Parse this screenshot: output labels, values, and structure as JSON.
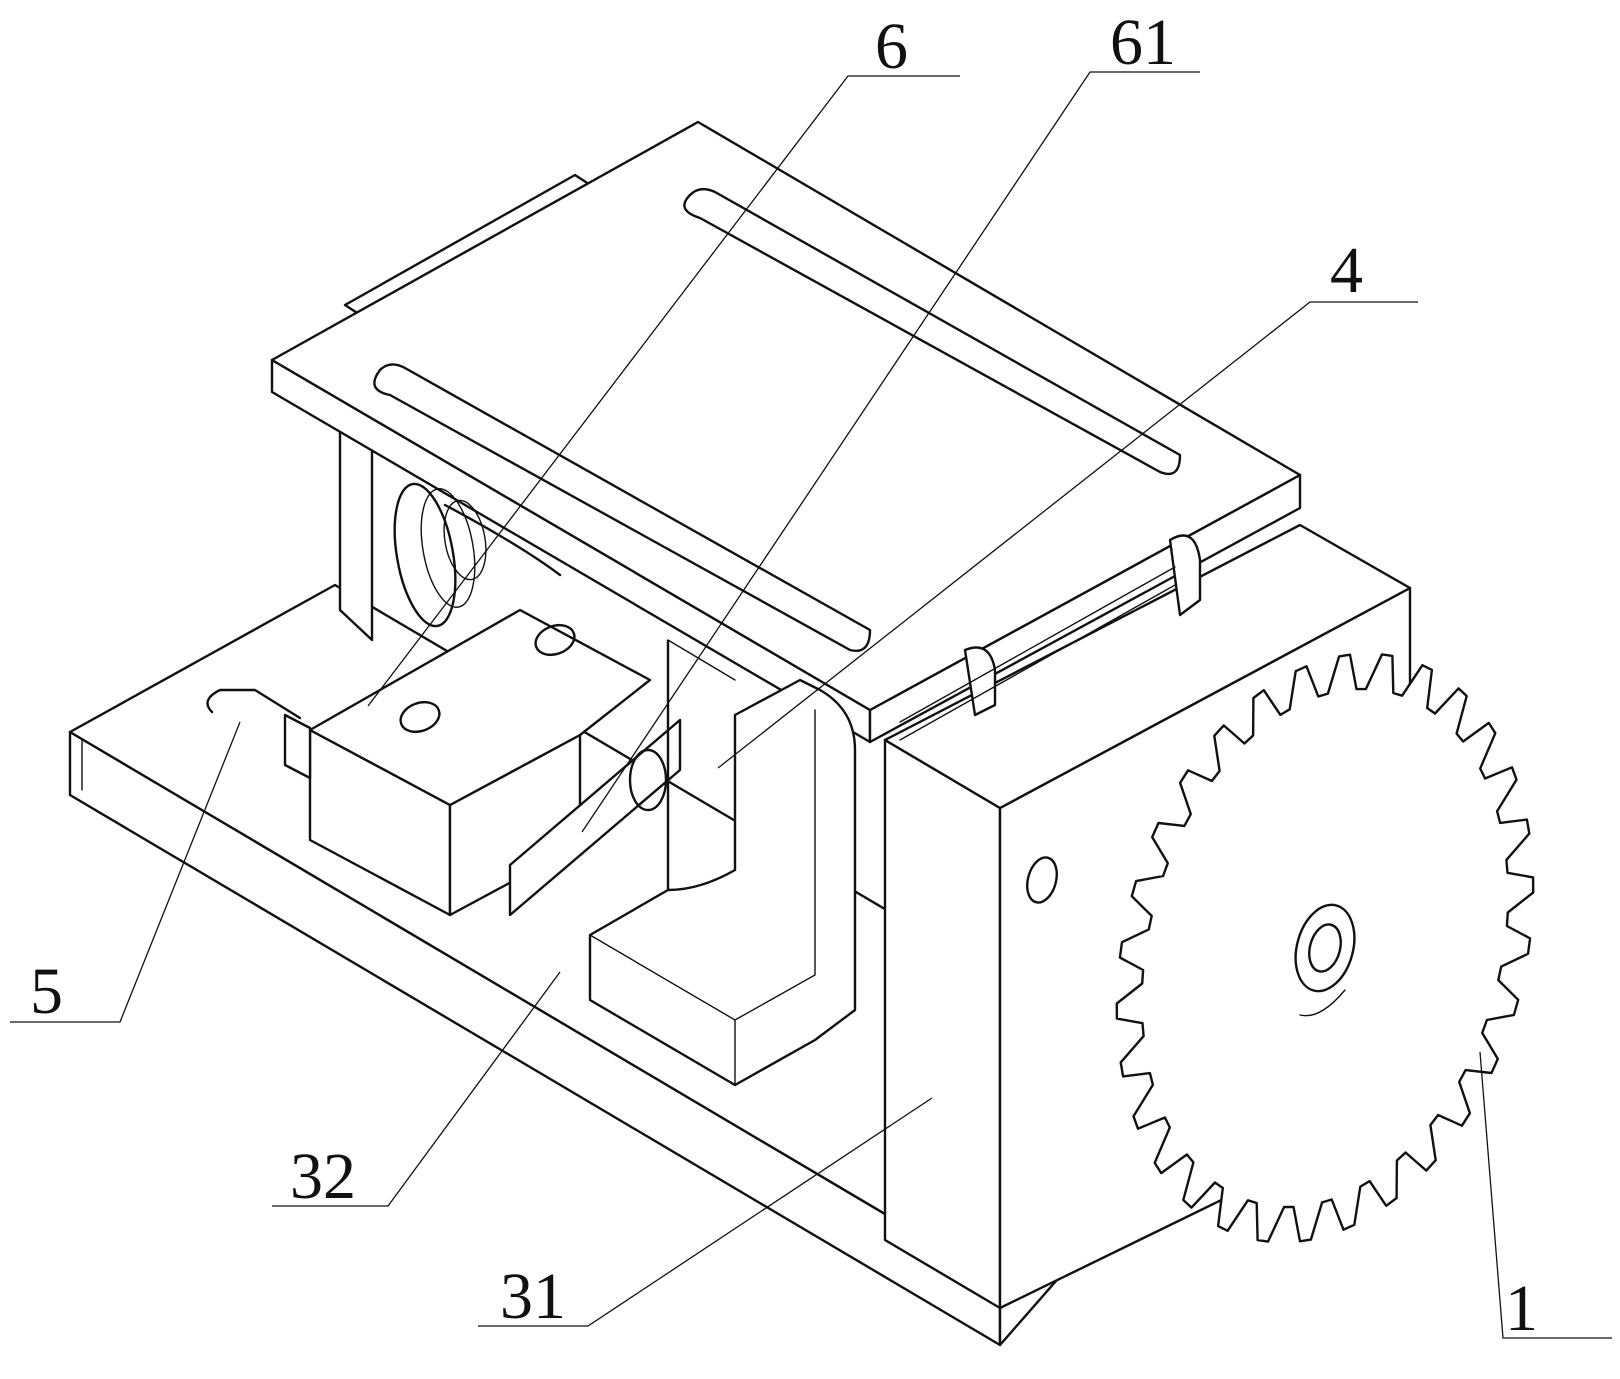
{
  "figure": {
    "labels": [
      {
        "id": "label-6",
        "text": "6"
      },
      {
        "id": "label-61",
        "text": "61"
      },
      {
        "id": "label-4",
        "text": "4"
      },
      {
        "id": "label-5",
        "text": "5"
      },
      {
        "id": "label-32",
        "text": "32"
      },
      {
        "id": "label-31",
        "text": "31"
      },
      {
        "id": "label-1",
        "text": "1"
      }
    ]
  }
}
